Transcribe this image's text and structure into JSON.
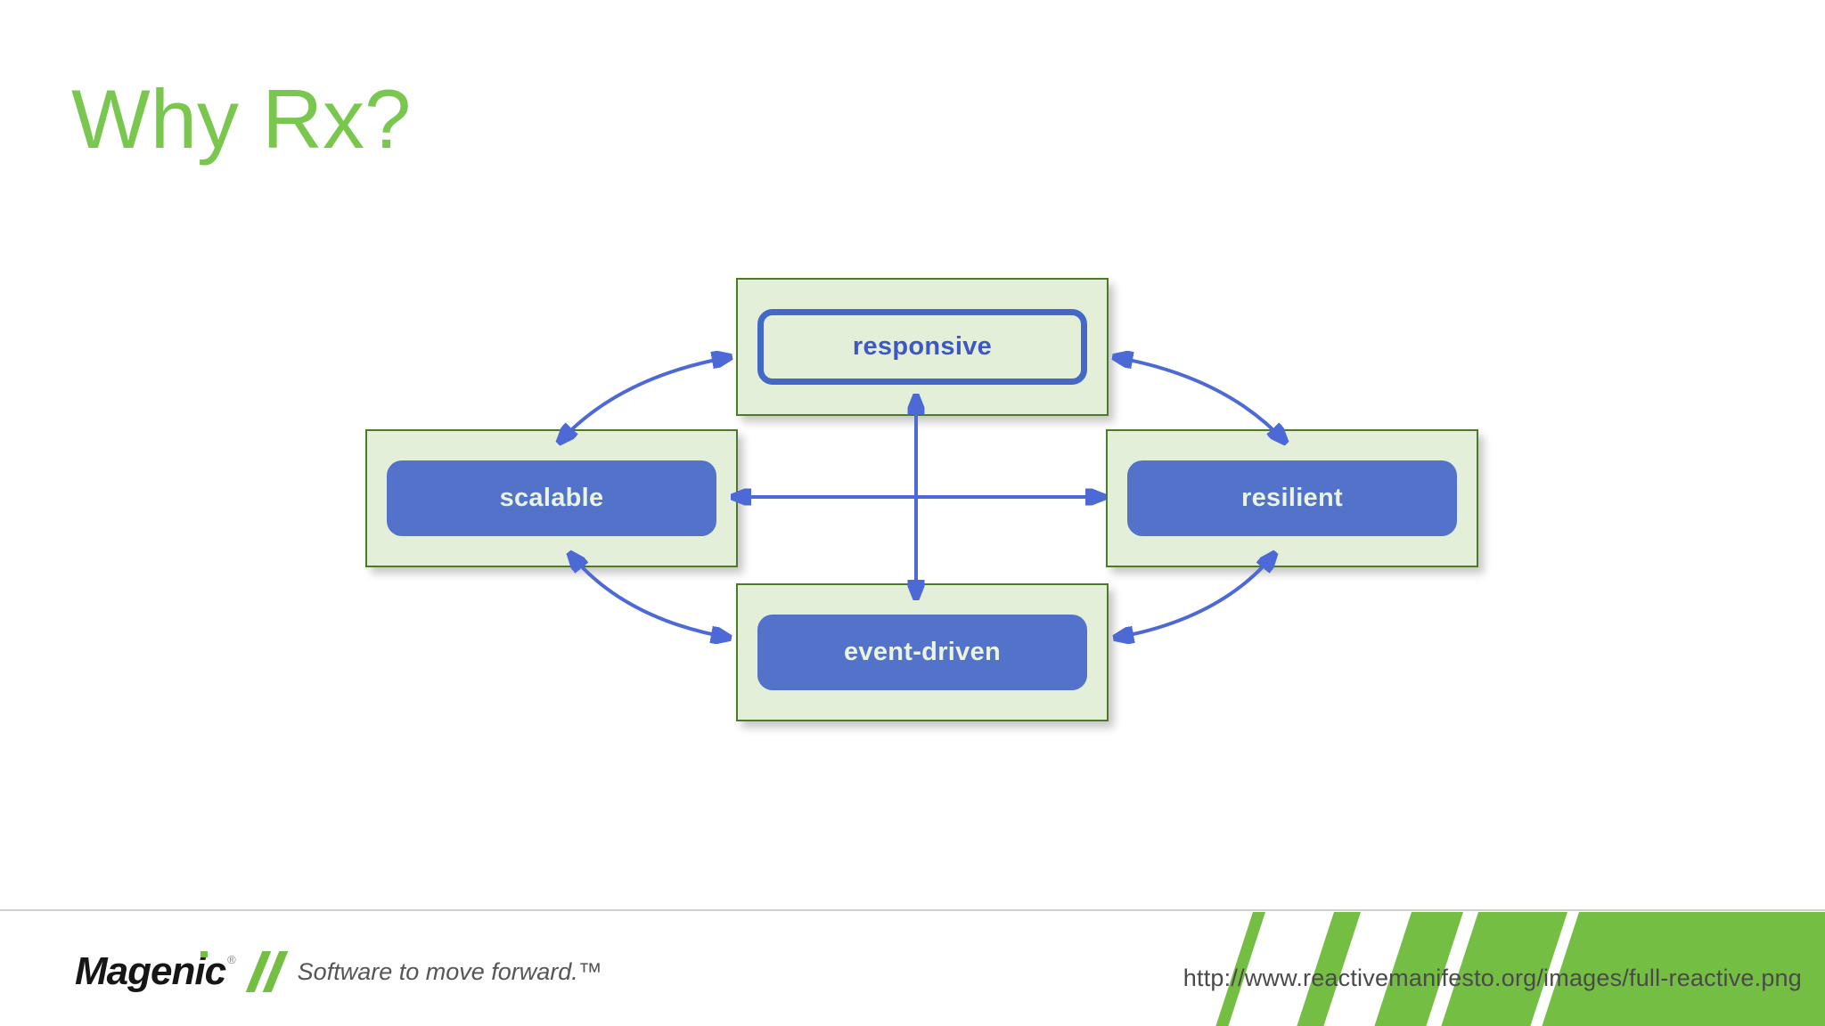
{
  "slide": {
    "title": "Why Rx?"
  },
  "diagram": {
    "nodes": [
      {
        "id": "responsive",
        "label": "responsive",
        "style": "outlined"
      },
      {
        "id": "scalable",
        "label": "scalable",
        "style": "filled"
      },
      {
        "id": "resilient",
        "label": "resilient",
        "style": "filled"
      },
      {
        "id": "event-driven",
        "label": "event-driven",
        "style": "filled"
      }
    ],
    "edges": [
      {
        "from": "responsive",
        "to": "event-driven",
        "bidirectional": true,
        "shape": "straight-vertical"
      },
      {
        "from": "scalable",
        "to": "resilient",
        "bidirectional": true,
        "shape": "straight-horizontal"
      },
      {
        "from": "responsive",
        "to": "scalable",
        "bidirectional": true,
        "shape": "curved"
      },
      {
        "from": "responsive",
        "to": "resilient",
        "bidirectional": true,
        "shape": "curved"
      },
      {
        "from": "scalable",
        "to": "event-driven",
        "bidirectional": true,
        "shape": "curved"
      },
      {
        "from": "resilient",
        "to": "event-driven",
        "bidirectional": true,
        "shape": "curved"
      }
    ]
  },
  "footer": {
    "logo": {
      "brand_prefix": "Magen",
      "brand_i": "i",
      "brand_suffix": "c",
      "registered_mark": "®"
    },
    "tagline": "Software to move forward.™",
    "source_url": "http://www.reactivemanifesto.org/images/full-reactive.png"
  },
  "colors": {
    "title_green": "#7AC74F",
    "stripe_green": "#75BE44",
    "box_fill_green": "#E4EFD9",
    "box_border_green": "#4D7A2A",
    "node_blue": "#5273C9",
    "responsive_outline_blue": "#4368C6",
    "arrow_blue": "#4C69D6",
    "node_text_light": "#E9F4E1",
    "url_text_gray": "#4A4A4A"
  }
}
